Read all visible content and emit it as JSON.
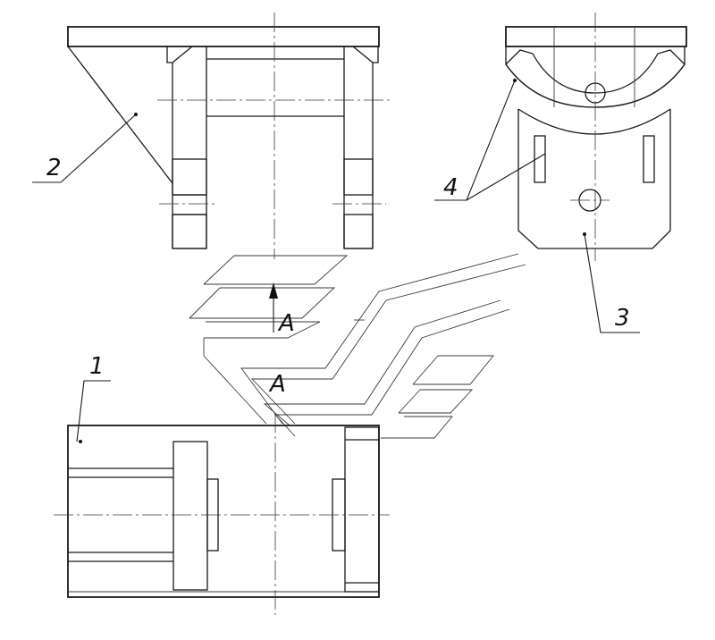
{
  "labels": {
    "part_1": "1",
    "part_2": "2",
    "part_3": "3",
    "part_4": "4",
    "view_arrow": "A",
    "view_title": "A"
  },
  "colors": {
    "ink": "#1a1a1a",
    "background": "#ffffff"
  }
}
